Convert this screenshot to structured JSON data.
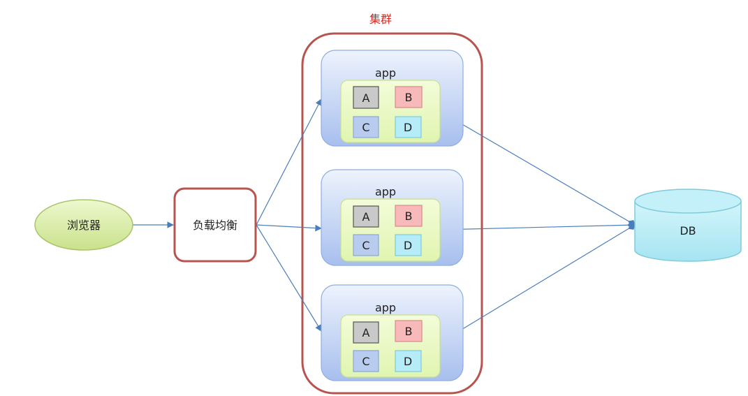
{
  "cluster": {
    "label": "集群"
  },
  "browser": {
    "label": "浏览器"
  },
  "load_balancer": {
    "label": "负载均衡"
  },
  "database": {
    "label": "DB"
  },
  "apps": [
    {
      "label": "app",
      "modules": [
        "A",
        "B",
        "C",
        "D"
      ]
    },
    {
      "label": "app",
      "modules": [
        "A",
        "B",
        "C",
        "D"
      ]
    },
    {
      "label": "app",
      "modules": [
        "A",
        "B",
        "C",
        "D"
      ]
    }
  ],
  "colors": {
    "cluster_border": "#b85450",
    "cluster_label": "#d9261c",
    "connector": "#4a7ebb",
    "browser_fill": "#d4e8a0",
    "app_fill_top": "#e6eefc",
    "app_fill_bottom": "#a9c2ef",
    "inner_fill": "#ecfac9",
    "module_a": "#c9c9c9",
    "module_b": "#f7b9b9",
    "module_c": "#b8ccf0",
    "module_d": "#b5ecf7",
    "db_fill": "#b5ecf7"
  }
}
